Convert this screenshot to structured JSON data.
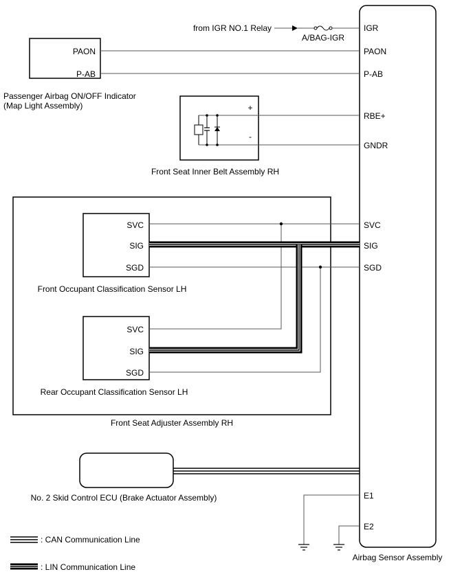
{
  "ecu": {
    "name": "Airbag Sensor Assembly",
    "pins": {
      "igr": "IGR",
      "paon": "PAON",
      "pab": "P-AB",
      "rbe": "RBE+",
      "gndr": "GNDR",
      "svc": "SVC",
      "sig": "SIG",
      "sgd": "SGD",
      "e1": "E1",
      "e2": "E2"
    }
  },
  "power": {
    "source": "from IGR NO.1 Relay",
    "fuse": "A/BAG-IGR"
  },
  "indicator": {
    "name_line1": "Passenger Airbag ON/OFF Indicator",
    "name_line2": "(Map Light Assembly)",
    "pin_paon": "PAON",
    "pin_pab": "P-AB"
  },
  "belt": {
    "name": "Front Seat Inner Belt Assembly RH",
    "plus": "+",
    "minus": "-"
  },
  "seat_adjuster": {
    "name": "Front Seat Adjuster Assembly RH"
  },
  "front_sensor": {
    "name": "Front Occupant Classification Sensor LH",
    "pins": [
      "SVC",
      "SIG",
      "SGD"
    ]
  },
  "rear_sensor": {
    "name": "Rear Occupant Classification Sensor LH",
    "pins": [
      "SVC",
      "SIG",
      "SGD"
    ]
  },
  "skid_ecu": {
    "name": "No. 2 Skid Control ECU (Brake Actuator Assembly)"
  },
  "legend": {
    "can": ": CAN Communication Line",
    "lin": ": LIN Communication Line"
  }
}
